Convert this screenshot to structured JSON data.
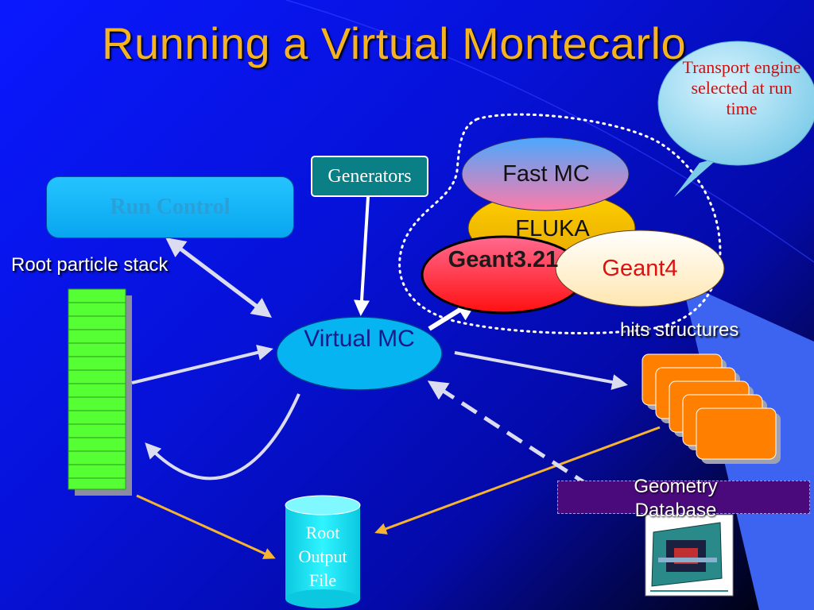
{
  "slide": {
    "title": "Running a Virtual Montecarlo"
  },
  "boxes": {
    "run_control": "Run Control",
    "generators": "Generators",
    "root_particle_stack": "Root particle stack",
    "hits_structures": "hits structures",
    "virtual_mc": "Virtual MC",
    "root_output_file": "Root Output File",
    "geometry_database": "Geometry Database"
  },
  "engines": {
    "fast_mc": "Fast MC",
    "fluka": "FLUKA",
    "geant3": "Geant3.21",
    "geant4": "Geant4"
  },
  "callout": {
    "text": "Transport engine selected at run time"
  },
  "colors": {
    "title": "#f5b320",
    "stack_green": "#55ff33",
    "hits_orange": "#ff8000",
    "arrow_orange": "#f5b330",
    "cylinder_cyan": "#12e8f2"
  }
}
